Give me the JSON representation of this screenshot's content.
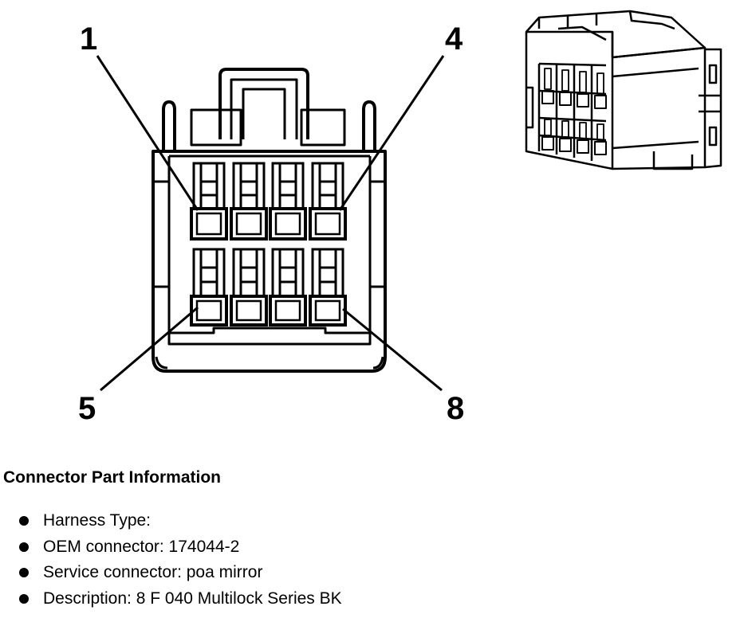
{
  "pin_labels": {
    "first": "1",
    "top_right": "4",
    "bottom_left": "5",
    "last": "8"
  },
  "connector_info": {
    "heading": "Connector Part Information",
    "items": [
      {
        "text": "Harness Type:"
      },
      {
        "text": "OEM connector: 174044-2"
      },
      {
        "text": "Service connector: poa mirror"
      },
      {
        "text": "Description: 8 F 040 Multilock Series BK"
      }
    ]
  }
}
